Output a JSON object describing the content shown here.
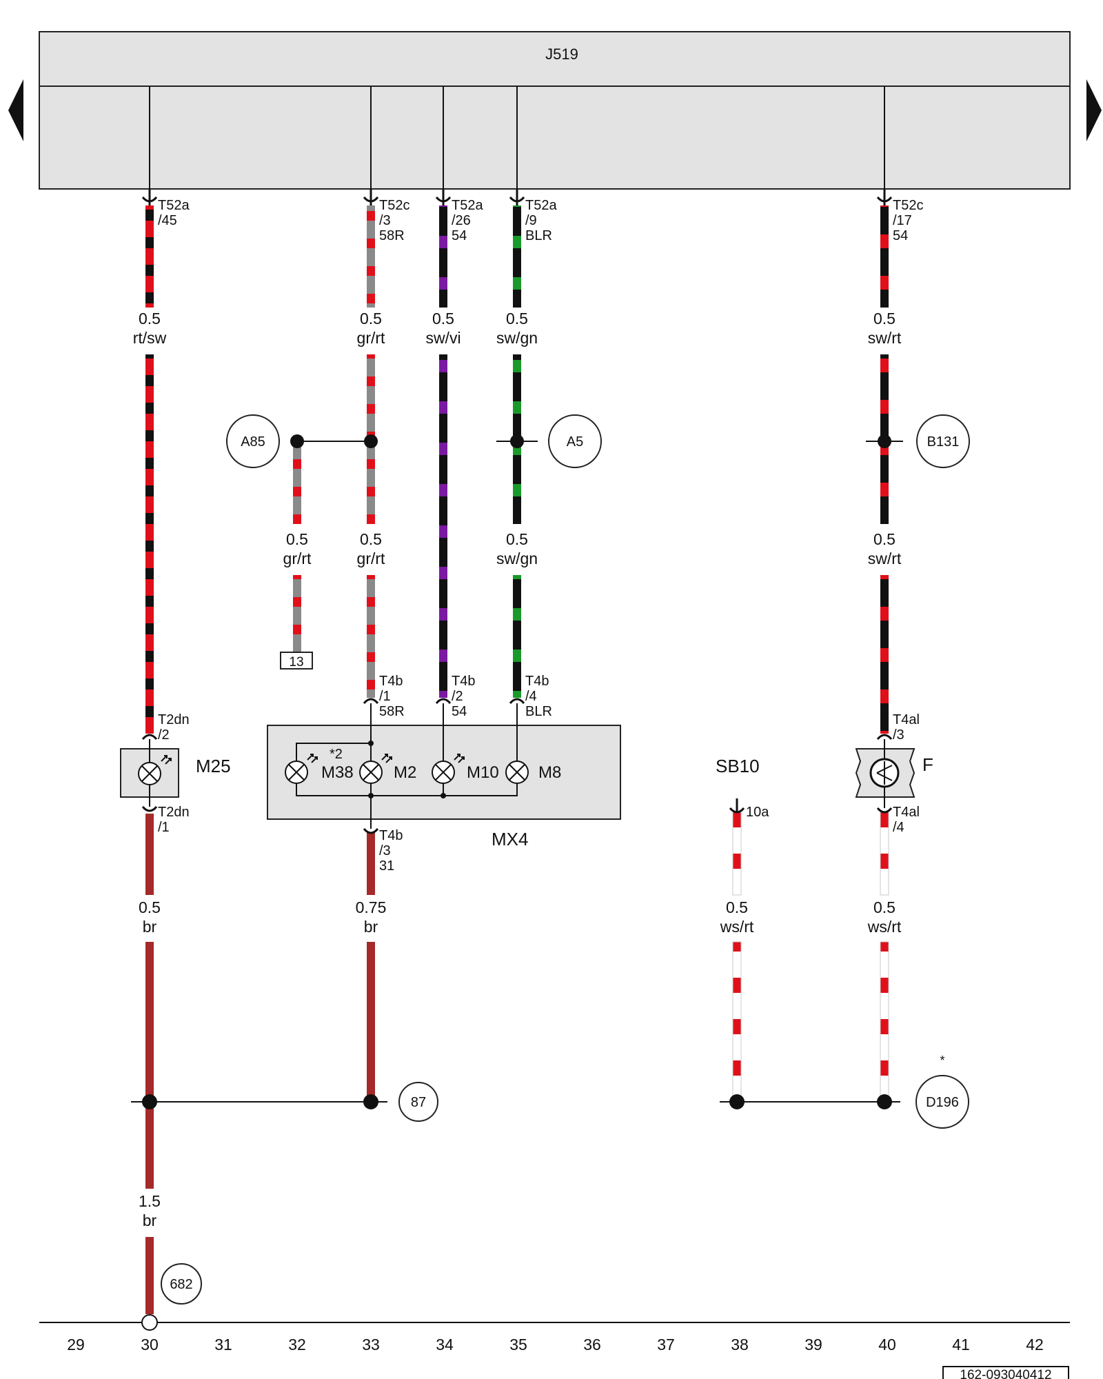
{
  "control_unit": {
    "label": "J519"
  },
  "components": {
    "m25": "M25",
    "m38": "M38",
    "m2": "M2",
    "m10": "M10",
    "m8": "M8",
    "mx4": "MX4",
    "sb10": "SB10",
    "f": "F",
    "note_2": "*2",
    "star": "*"
  },
  "connectors": {
    "t52a_45": [
      "T52a",
      "/45"
    ],
    "t52c_3": [
      "T52c",
      "/3",
      "58R"
    ],
    "t52a_26": [
      "T52a",
      "/26",
      "54"
    ],
    "t52a_9": [
      "T52a",
      "/9",
      "BLR"
    ],
    "t52c_17": [
      "T52c",
      "/17",
      "54"
    ],
    "t4b_1": [
      "T4b",
      "/1",
      "58R"
    ],
    "t4b_2": [
      "T4b",
      "/2",
      "54"
    ],
    "t4b_4": [
      "T4b",
      "/4",
      "BLR"
    ],
    "t4b_3": [
      "T4b",
      "/3",
      "31"
    ],
    "t2dn_2": [
      "T2dn",
      "/2"
    ],
    "t2dn_1": [
      "T2dn",
      "/1"
    ],
    "t4al_3": [
      "T4al",
      "/3"
    ],
    "t4al_4": [
      "T4al",
      "/4"
    ],
    "sb10_10a": [
      "10a"
    ]
  },
  "wire_labels": {
    "c30_top": {
      "size": "0.5",
      "color": "rt/sw"
    },
    "c33_top": {
      "size": "0.5",
      "color": "gr/rt"
    },
    "c34_top": {
      "size": "0.5",
      "color": "sw/vi"
    },
    "c35_top": {
      "size": "0.5",
      "color": "sw/gn"
    },
    "c40_top": {
      "size": "0.5",
      "color": "sw/rt"
    },
    "c32_mid": {
      "size": "0.5",
      "color": "gr/rt"
    },
    "c33_mid": {
      "size": "0.5",
      "color": "gr/rt"
    },
    "c35_mid": {
      "size": "0.5",
      "color": "sw/gn"
    },
    "c40_mid": {
      "size": "0.5",
      "color": "sw/rt"
    },
    "c30_low": {
      "size": "0.5",
      "color": "br"
    },
    "c33_low": {
      "size": "0.75",
      "color": "br"
    },
    "c38_low": {
      "size": "0.5",
      "color": "ws/rt"
    },
    "c40_low": {
      "size": "0.5",
      "color": "ws/rt"
    },
    "c30_bottom": {
      "size": "1.5",
      "color": "br"
    }
  },
  "connection_points": {
    "a85": "A85",
    "a5": "A5",
    "b131": "B131",
    "p87": "87",
    "d196": "D196",
    "p682": "682"
  },
  "ref_box": "13",
  "grid_numbers": [
    "29",
    "30",
    "31",
    "32",
    "33",
    "34",
    "35",
    "36",
    "37",
    "38",
    "39",
    "40",
    "41",
    "42"
  ],
  "diagram_id": "162-093040412",
  "wire_colors": {
    "rt": "#e0101a",
    "sw": "#111111",
    "gr": "#8a8a8a",
    "vi": "#7a1aa0",
    "gn": "#1a9a2a",
    "br": "#a52a2a",
    "ws": "#ffffff"
  },
  "nav": {
    "prev_icon": "arrow-left-icon",
    "next_icon": "arrow-right-icon"
  }
}
